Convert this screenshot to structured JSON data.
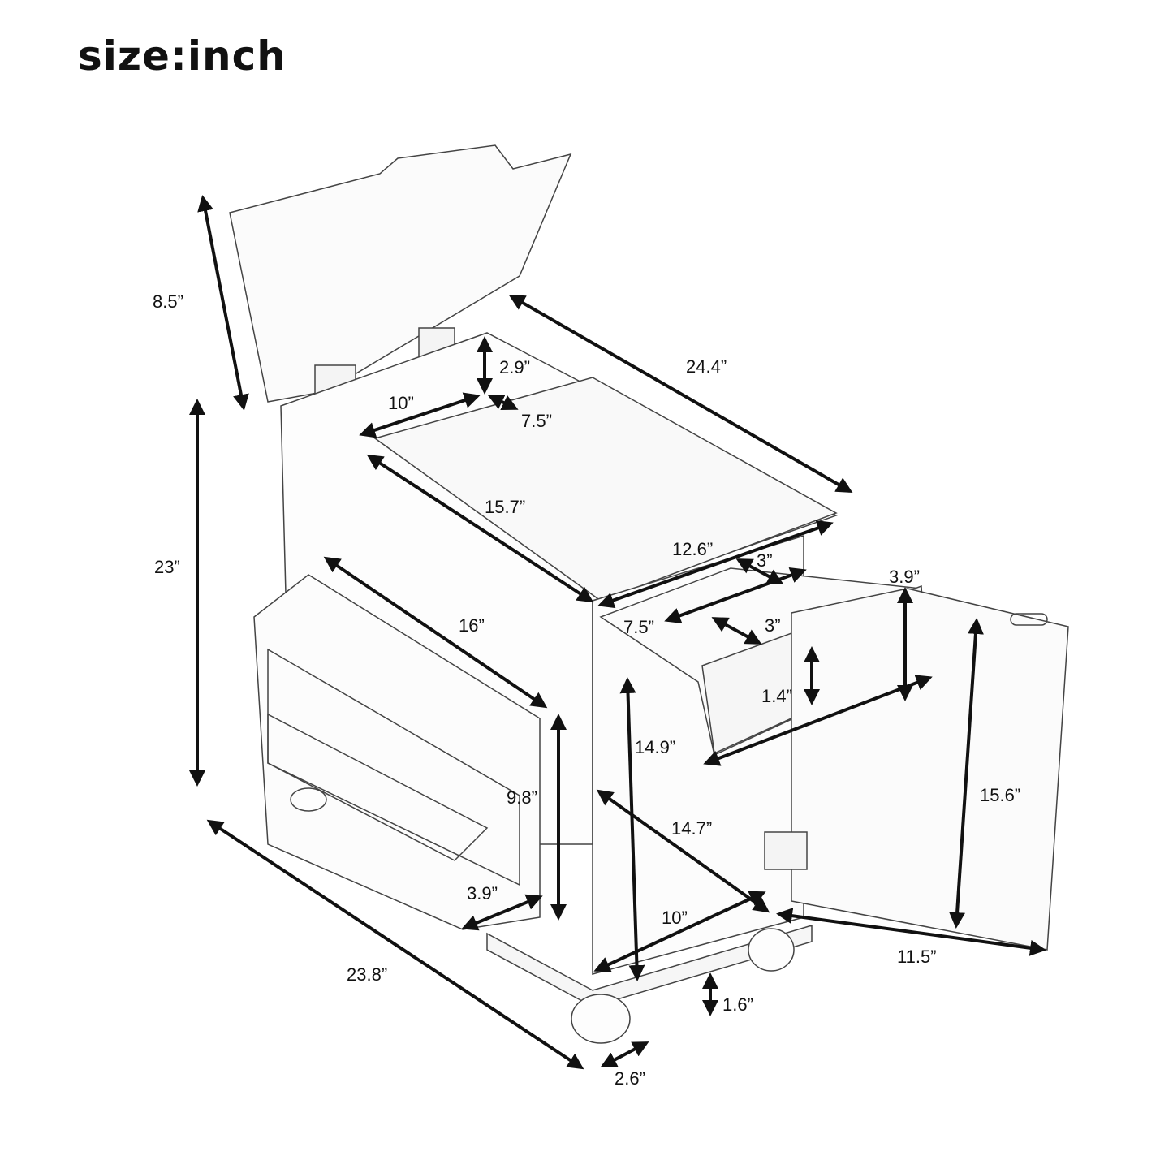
{
  "title": "size:inch",
  "dimensions": {
    "lid_height": "8.5”",
    "total_height": "23”",
    "total_length": "24.4”",
    "compartment_depth": "2.9”",
    "compartment_width": "10”",
    "compartment_length": "7.5”",
    "top_length": "15.7”",
    "drawer_width": "12.6”",
    "cupholder_depth_top": "3”",
    "drawer_inner_depth": "7.5”",
    "cupholder_diameter": "3”",
    "drawer_height": "3.9”",
    "knob_height": "1.4”",
    "magazine_rack_length": "16”",
    "drawer_front_length": "14.9”",
    "magazine_rack_height": "9.8”",
    "magazine_rack_depth": "3.9”",
    "cabinet_depth": "14.7”",
    "cabinet_width": "10”",
    "door_height": "15.6”",
    "door_width": "11.5”",
    "base_length": "23.8”",
    "foot_height": "1.6”",
    "foot_diameter": "2.6”"
  }
}
